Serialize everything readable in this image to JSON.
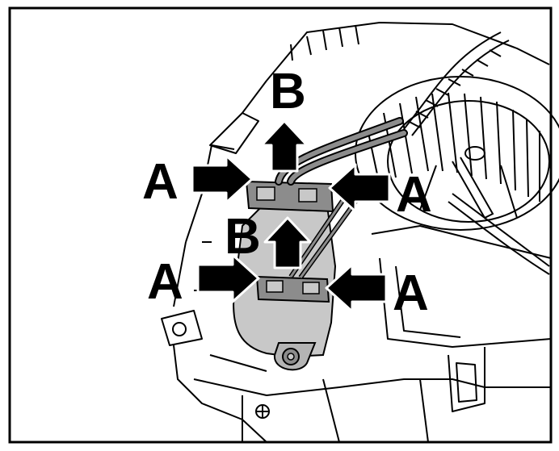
{
  "figure": {
    "callouts": {
      "a_upper_left": "A",
      "a_upper_right": "A",
      "a_lower_left": "A",
      "a_lower_right": "A",
      "b_upper": "B",
      "b_lower": "B"
    },
    "colors": {
      "line": "#000000",
      "background": "#ffffff",
      "highlight": "#c8c8c8",
      "highlight_dark": "#8c8c8c"
    },
    "icons": [
      "push-arrow-icon",
      "release-arrow-icon"
    ]
  }
}
